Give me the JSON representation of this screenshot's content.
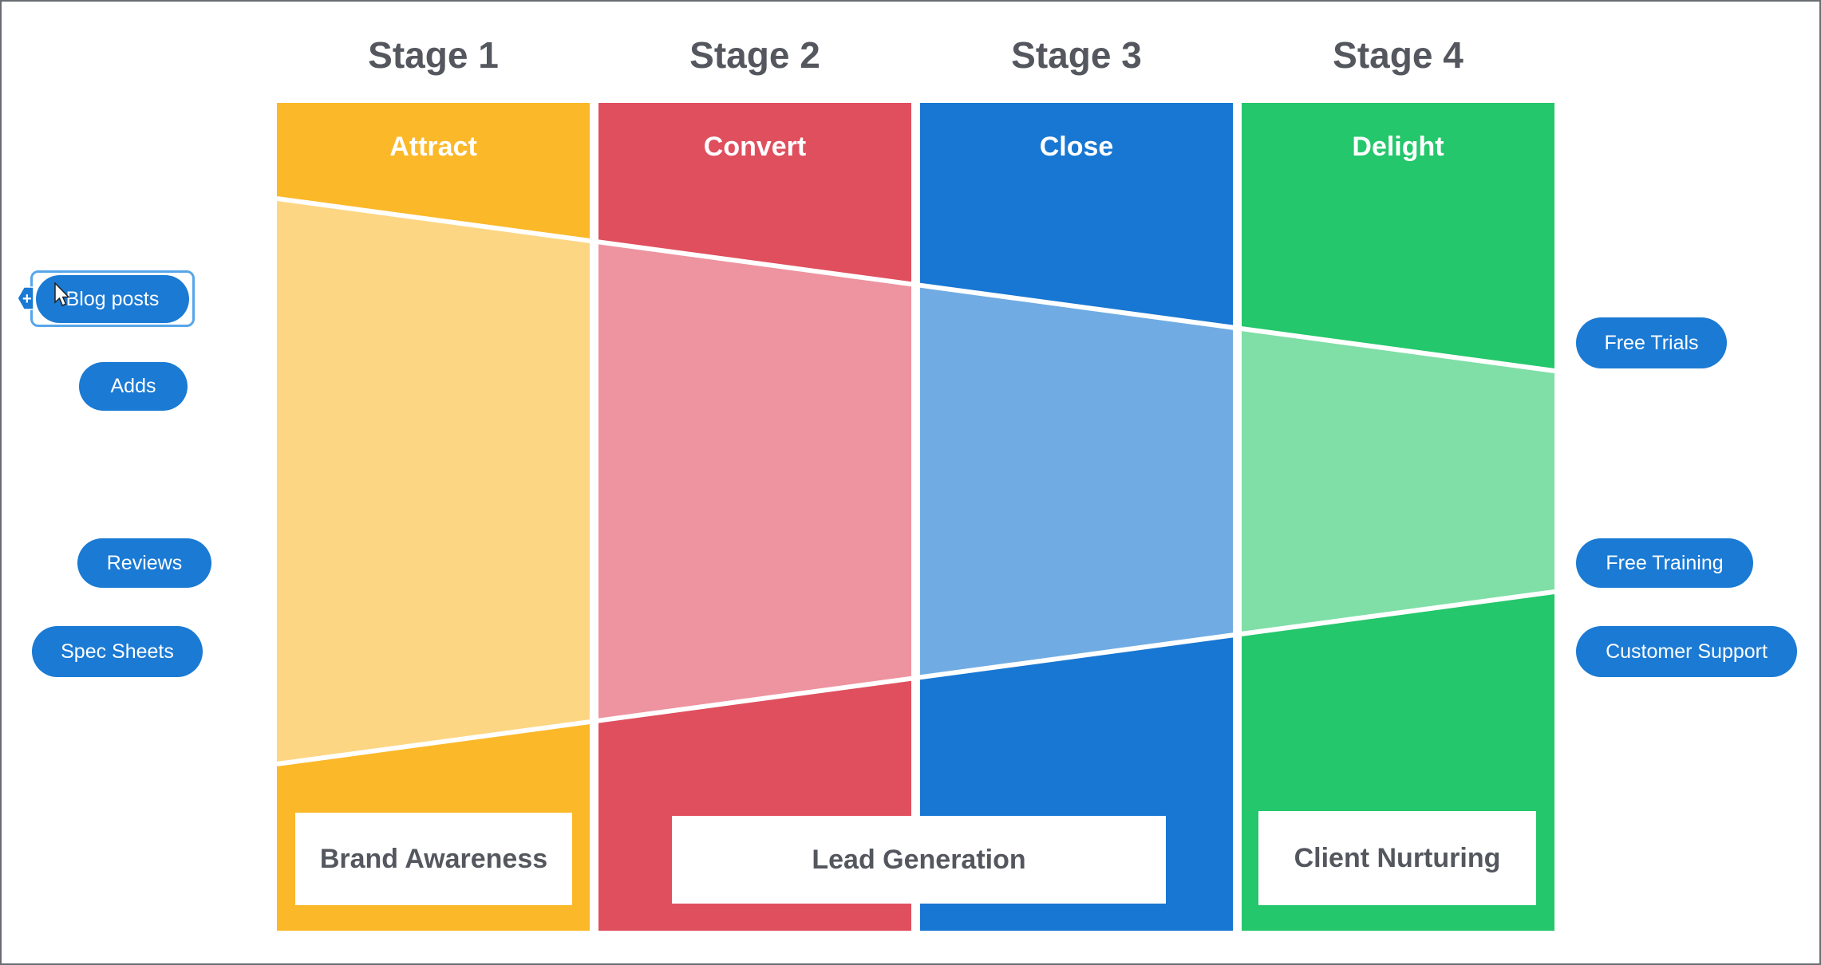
{
  "stages": [
    {
      "label": "Stage 1",
      "header": "Attract",
      "color": "#FBB829",
      "tint": "#FDD683"
    },
    {
      "label": "Stage 2",
      "header": "Convert",
      "color": "#E04F5E",
      "tint": "#EE93A0"
    },
    {
      "label": "Stage 3",
      "header": "Close",
      "color": "#1877D2",
      "tint": "#70ACE3"
    },
    {
      "label": "Stage 4",
      "header": "Delight",
      "color": "#24C76B",
      "tint": "#7FDFA7"
    }
  ],
  "left_items": [
    {
      "label": "Blog posts",
      "selected": true
    },
    {
      "label": "Adds",
      "selected": false
    },
    {
      "label": "Reviews",
      "selected": false
    },
    {
      "label": "Spec Sheets",
      "selected": false
    }
  ],
  "right_items": [
    {
      "label": "Free Trials"
    },
    {
      "label": "Free Training"
    },
    {
      "label": "Customer Support"
    }
  ],
  "bottom_labels": [
    {
      "label": "Brand Awareness"
    },
    {
      "label": "Lead Generation"
    },
    {
      "label": "Client Nurturing"
    }
  ],
  "selection": {
    "plus_label": "+"
  },
  "colors": {
    "pill": "#1A7AD4",
    "selection_border": "#57A6EA",
    "stage_text": "#54575E",
    "box_text": "#54575E",
    "funnel_line": "#FFFFFF"
  }
}
